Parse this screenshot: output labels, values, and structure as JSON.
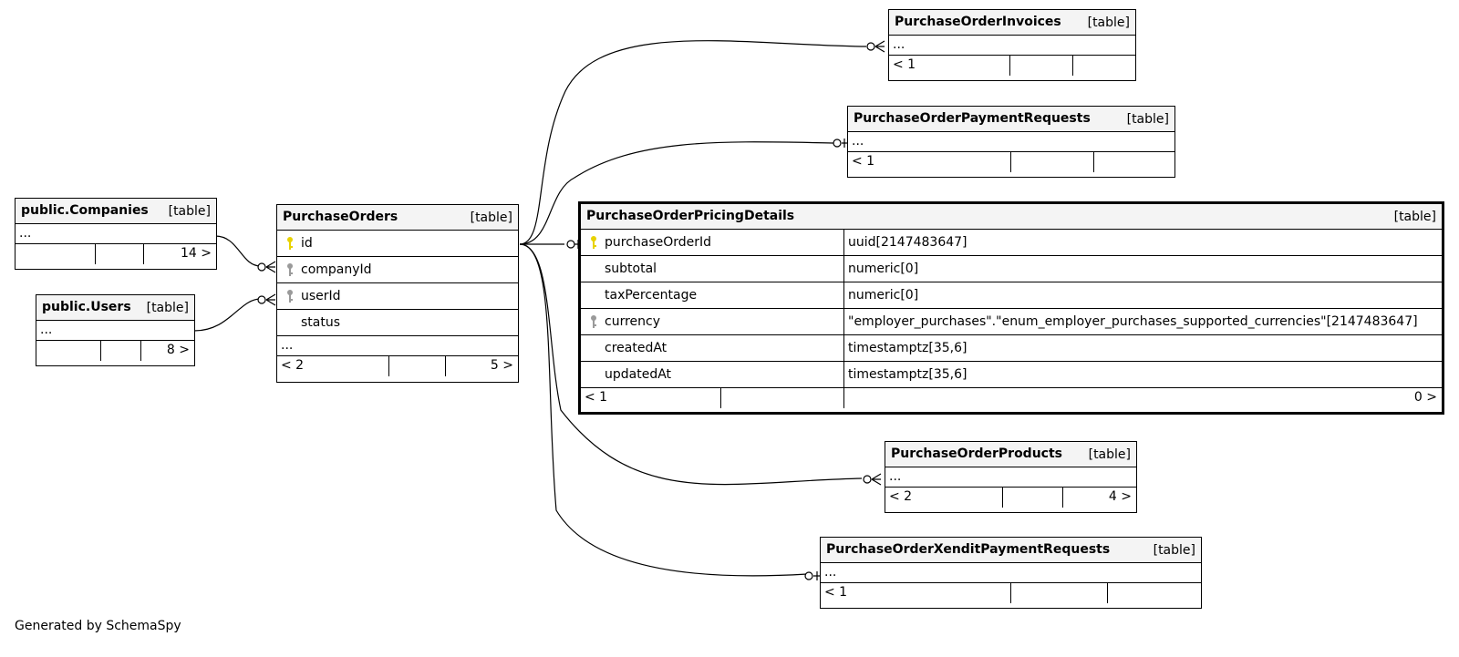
{
  "diagram": {
    "kind_label": "[table]",
    "footer_note": "Generated by SchemaSpy",
    "tables": {
      "companies": {
        "name": "public.Companies",
        "ellipsis": "...",
        "footer_left": "",
        "footer_right": "14 >"
      },
      "users": {
        "name": "public.Users",
        "ellipsis": "...",
        "footer_left": "",
        "footer_right": "8 >"
      },
      "purchase_orders": {
        "name": "PurchaseOrders",
        "columns": [
          {
            "name": "id",
            "key": "primary"
          },
          {
            "name": "companyId",
            "key": "foreign"
          },
          {
            "name": "userId",
            "key": "foreign"
          },
          {
            "name": "status",
            "key": "none"
          }
        ],
        "ellipsis": "...",
        "footer_left": "< 2",
        "footer_right": "5 >"
      },
      "invoices": {
        "name": "PurchaseOrderInvoices",
        "ellipsis": "...",
        "footer_left": "< 1",
        "footer_right": ""
      },
      "payment_requests": {
        "name": "PurchaseOrderPaymentRequests",
        "ellipsis": "...",
        "footer_left": "< 1",
        "footer_right": ""
      },
      "pricing_details": {
        "name": "PurchaseOrderPricingDetails",
        "columns": [
          {
            "name": "purchaseOrderId",
            "type": "uuid[2147483647]",
            "key": "primary"
          },
          {
            "name": "subtotal",
            "type": "numeric[0]",
            "key": "none"
          },
          {
            "name": "taxPercentage",
            "type": "numeric[0]",
            "key": "none"
          },
          {
            "name": "currency",
            "type": "\"employer_purchases\".\"enum_employer_purchases_supported_currencies\"[2147483647]",
            "key": "foreign"
          },
          {
            "name": "createdAt",
            "type": "timestamptz[35,6]",
            "key": "none"
          },
          {
            "name": "updatedAt",
            "type": "timestamptz[35,6]",
            "key": "none"
          }
        ],
        "footer_left": "< 1",
        "footer_right": "0 >"
      },
      "products": {
        "name": "PurchaseOrderProducts",
        "ellipsis": "...",
        "footer_left": "< 2",
        "footer_right": "4 >"
      },
      "xendit": {
        "name": "PurchaseOrderXenditPaymentRequests",
        "ellipsis": "...",
        "footer_left": "< 1",
        "footer_right": ""
      }
    },
    "relationships": [
      {
        "from": "Companies",
        "to": "PurchaseOrders.companyId",
        "cardinality": "zero-or-many"
      },
      {
        "from": "Users",
        "to": "PurchaseOrders.userId",
        "cardinality": "zero-or-many"
      },
      {
        "from": "PurchaseOrders.id",
        "to": "PurchaseOrderInvoices",
        "cardinality": "zero-or-many"
      },
      {
        "from": "PurchaseOrders.id",
        "to": "PurchaseOrderPaymentRequests",
        "cardinality": "zero-or-one"
      },
      {
        "from": "PurchaseOrders.id",
        "to": "PurchaseOrderPricingDetails.purchaseOrderId",
        "cardinality": "zero-or-one"
      },
      {
        "from": "PurchaseOrders.id",
        "to": "PurchaseOrderProducts",
        "cardinality": "zero-or-many"
      },
      {
        "from": "PurchaseOrders.id",
        "to": "PurchaseOrderXenditPaymentRequests",
        "cardinality": "zero-or-one"
      }
    ],
    "colors": {
      "primary_key": "#e8d200",
      "foreign_key": "#9a9a9a",
      "header_bg": "#f4f4f4"
    }
  }
}
